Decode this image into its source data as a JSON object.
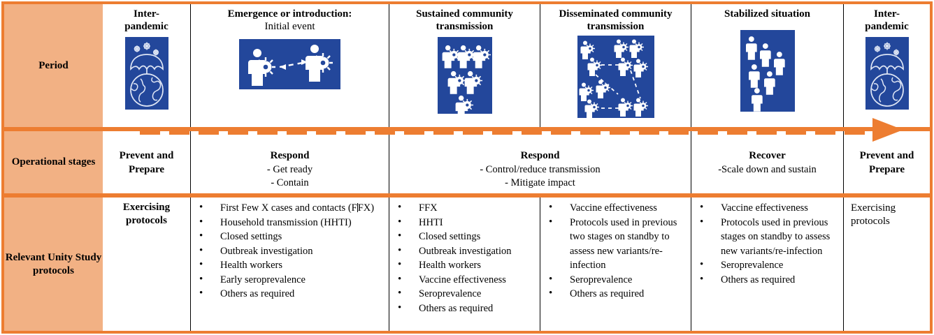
{
  "colors": {
    "header_bg": "#F2B184",
    "frame_orange": "#ED7D31",
    "icon_blue": "#23479B",
    "text": "#000000"
  },
  "row_headers": {
    "period": "Period",
    "operational": "Operational stages",
    "protocols": "Relevant Unity Study protocols"
  },
  "periods": [
    {
      "title_line1": "Inter-",
      "title_line2": "pandemic",
      "subtitle": "",
      "icon": "umbrella-globe-virus-icon"
    },
    {
      "title_line1": "Emergence or introduction:",
      "title_line2": "",
      "subtitle": "Initial event",
      "icon": "two-people-transmission-icon"
    },
    {
      "title_line1": "Sustained community",
      "title_line2": "transmission",
      "subtitle": "",
      "icon": "six-infected-people-icon"
    },
    {
      "title_line1": "Disseminated community",
      "title_line2": "transmission",
      "subtitle": "",
      "icon": "network-infected-people-icon"
    },
    {
      "title_line1": "Stabilized situation",
      "title_line2": "",
      "subtitle": "",
      "icon": "scattered-healthy-people-icon"
    },
    {
      "title_line1": "Inter-",
      "title_line2": "pandemic",
      "subtitle": "",
      "icon": "umbrella-globe-virus-icon"
    }
  ],
  "operational_stages": [
    {
      "title": "Prevent and Prepare",
      "lines": []
    },
    {
      "title": "Respond",
      "lines": [
        "- Get ready",
        "- Contain"
      ]
    },
    {
      "title": "Respond",
      "lines": [
        "-    Control/reduce transmission",
        "-     Mitigate impact"
      ]
    },
    {
      "title": "Recover",
      "lines": [
        "-Scale down and sustain"
      ]
    },
    {
      "title": "Prevent and Prepare",
      "lines": []
    }
  ],
  "protocols": [
    {
      "style": "plain",
      "text": "Exercising protocols"
    },
    {
      "style": "list",
      "items": [
        "First Few X cases and contacts (FFX)",
        "Household transmission (HHTI)",
        "Closed settings",
        "Outbreak investigation",
        "Health workers",
        "Early seroprevalence",
        "Others as required"
      ]
    },
    {
      "style": "list",
      "items": [
        "FFX",
        "HHTI",
        "Closed settings",
        "Outbreak investigation",
        "Health workers",
        "Vaccine effectiveness",
        "Seroprevalence",
        "Others as required"
      ]
    },
    {
      "style": "list",
      "items": [
        "Vaccine effectiveness",
        "Protocols used in previous two stages on standby to assess new variants/re-infection",
        "Seroprevalence",
        "Others as required"
      ]
    },
    {
      "style": "list",
      "items": [
        "Vaccine effectiveness",
        "Protocols used in previous stages on standby to assess new variants/re-infection",
        "Seroprevalence",
        "Others as required"
      ]
    },
    {
      "style": "plain-left",
      "text": "Exercising protocols"
    }
  ],
  "timeline": {
    "dash_count": 25,
    "arrow": "right-arrow-icon"
  }
}
